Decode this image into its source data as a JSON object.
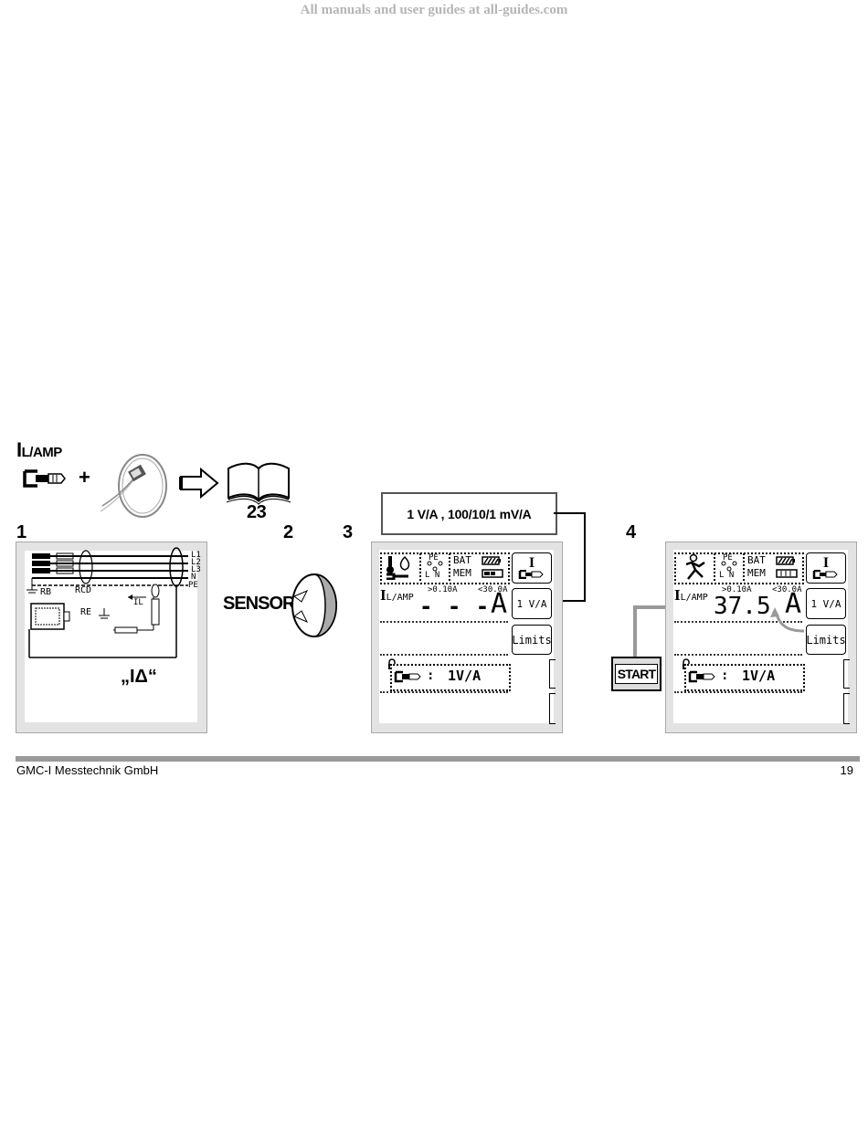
{
  "watermark": "All manuals and user guides at all-guides.com",
  "mode": {
    "main": "I",
    "sub": "L/AMP"
  },
  "plus": "+",
  "book_page": "23",
  "steps": [
    "1",
    "2",
    "3",
    "4"
  ],
  "circuit": {
    "lines": [
      "L1",
      "L2",
      "L3",
      "N",
      "PE"
    ],
    "rb": "RB",
    "rcd": "RCD",
    "re": "RE",
    "il": "IL",
    "idelta": "„IΔ“"
  },
  "sensor": "SENSOR",
  "callout": "1 V/A , 100/10/1 mV/A",
  "screen3": {
    "pe": "PE",
    "ln": "L N",
    "bat": "BAT",
    "mem": "MEM",
    "measure_main": "I",
    "measure_sub": "L/AMP",
    "low_limit": ">0.10A",
    "high_limit": "<30.0A",
    "value": "- - -",
    "unit": "A",
    "key_mode": "I",
    "key_range": "1 V/A",
    "key_limits": "Limits",
    "param": "1V/A"
  },
  "start_label": "START",
  "screen4": {
    "pe": "PE",
    "ln": "L N",
    "bat": "BAT",
    "mem": "MEM",
    "measure_main": "I",
    "measure_sub": "L/AMP",
    "low_limit": ">0.10A",
    "high_limit": "<30.0A",
    "value": "37.5",
    "unit": "A",
    "key_mode": "I",
    "key_range": "1 V/A",
    "key_limits": "Limits",
    "param": "1V/A"
  },
  "footer": {
    "company": "GMC-I Messtechnik GmbH",
    "page": "19"
  }
}
